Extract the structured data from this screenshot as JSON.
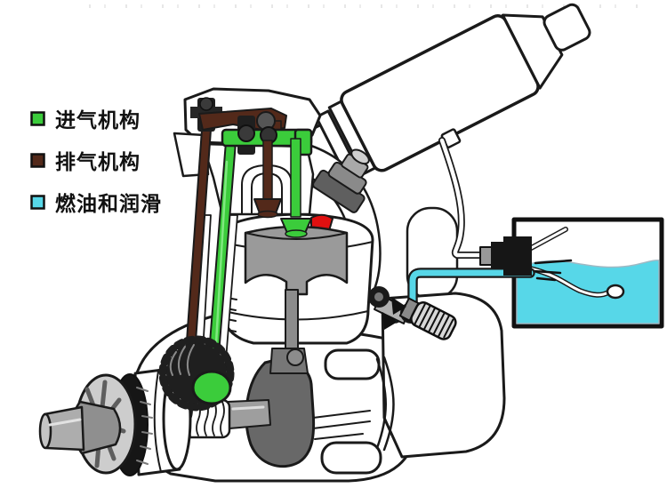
{
  "legend": {
    "items": [
      {
        "label": "进气机构",
        "color": "#3BCC3B"
      },
      {
        "label": "排气机构",
        "color": "#53291A"
      },
      {
        "label": "燃油和润滑",
        "color": "#57D7E8"
      }
    ]
  },
  "colors": {
    "intake": "#3BCC3B",
    "intake_dark": "#1E8F1E",
    "exhaust": "#53291A",
    "fuel": "#57D7E8",
    "combustion_red": "#E01010",
    "outline": "#1A1A1A",
    "metal_light": "#CDCDCD",
    "metal_mid": "#9A9A9A",
    "metal_dark": "#686868"
  }
}
